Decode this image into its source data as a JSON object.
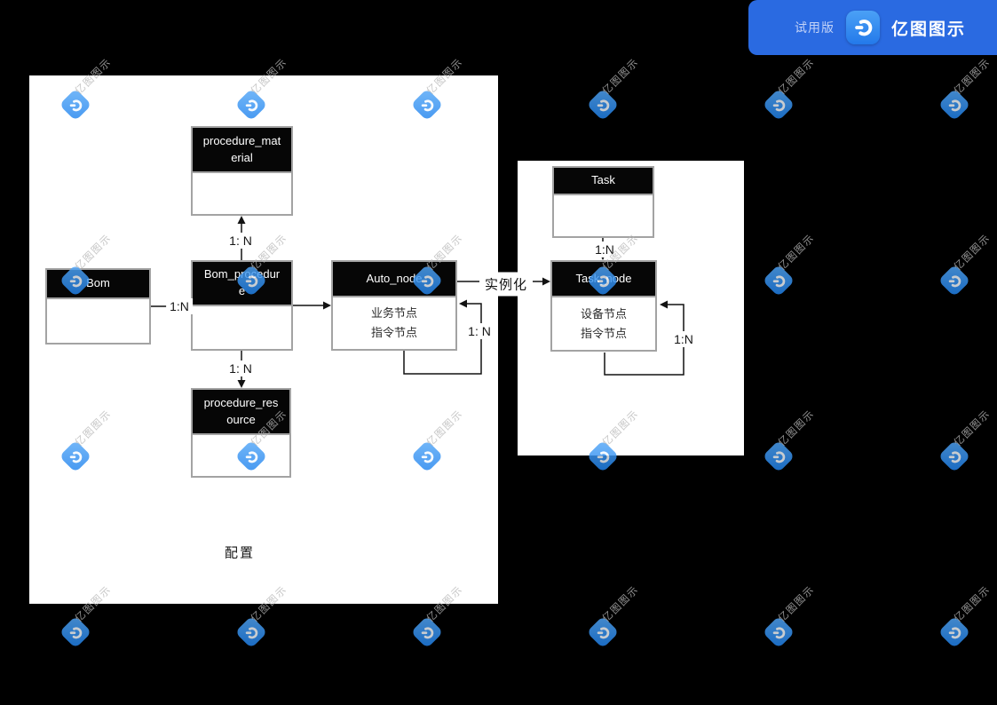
{
  "badge": {
    "trial": "试用版",
    "brand": "亿图图示"
  },
  "watermark": {
    "text": "亿图图示"
  },
  "diagram": {
    "caption": "配置",
    "entities": {
      "procedure_material": {
        "name": "procedure_material"
      },
      "bom": {
        "name": "Bom"
      },
      "bom_procedure": {
        "name": "Bom_procedure"
      },
      "auto_node": {
        "name": "Auto_node",
        "body": [
          "业务节点",
          "指令节点"
        ]
      },
      "procedure_resource": {
        "name": "procedure_resource"
      },
      "task": {
        "name": "Task"
      },
      "task_node": {
        "name": "Task_node",
        "body": [
          "设备节点",
          "指令节点"
        ]
      }
    },
    "labels": {
      "bom_to_bom_procedure": "1:N",
      "bom_procedure_to_material": "1: N",
      "bom_procedure_to_resource": "1: N",
      "instantiate": "实例化",
      "task_to_task_node": "1:N",
      "auto_node_self": "1: N",
      "task_node_self": "1:N"
    },
    "colors": {
      "canvas_bg": "#000000",
      "page_bg": "#ffffff",
      "entity_header_bg": "#060606",
      "entity_border": "#a3a3a3",
      "badge_bg": "#2a6ae1",
      "watermark_blue": "#2e8ff2"
    }
  }
}
